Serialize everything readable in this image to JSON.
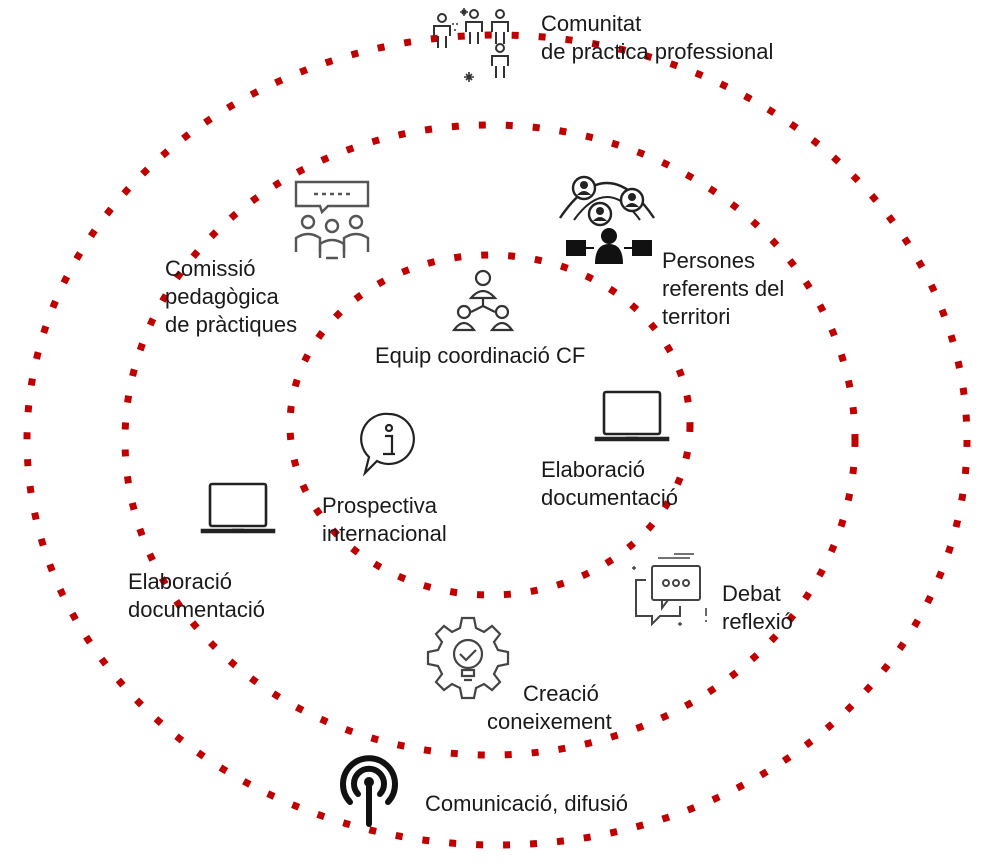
{
  "colors": {
    "ring": "#c00000",
    "icon_dark": "#333333",
    "icon_gray": "#555555",
    "text": "#1a1a1a"
  },
  "labels": {
    "community": [
      "Comunitat",
      "de pràctica professional"
    ],
    "commission": [
      "Comissió",
      "pedagògica",
      "de pràctiques"
    ],
    "referents": [
      "Persones",
      "referents del",
      "territori"
    ],
    "coordination": "Equip coordinació CF",
    "elaboration_inner": [
      "Elaboració",
      "documentació"
    ],
    "prospective": [
      "Prospectiva",
      "internacional"
    ],
    "elaboration_outer": [
      "Elaboració",
      "documentació"
    ],
    "debate": [
      "Debat",
      "reflexió"
    ],
    "knowledge": [
      "Creació",
      "coneixement"
    ],
    "communication": "Comunicació, difusió"
  },
  "icons": {
    "community": "community-network-icon",
    "commission": "meeting-group-icon",
    "referents": "referent-people-icon",
    "coordination": "team-hierarchy-icon",
    "elaboration_inner": "laptop-icon",
    "prospective": "info-bubble-icon",
    "elaboration_outer": "laptop-icon",
    "debate": "chat-bubbles-icon",
    "knowledge": "gear-lightbulb-icon",
    "communication": "broadcast-icon"
  }
}
